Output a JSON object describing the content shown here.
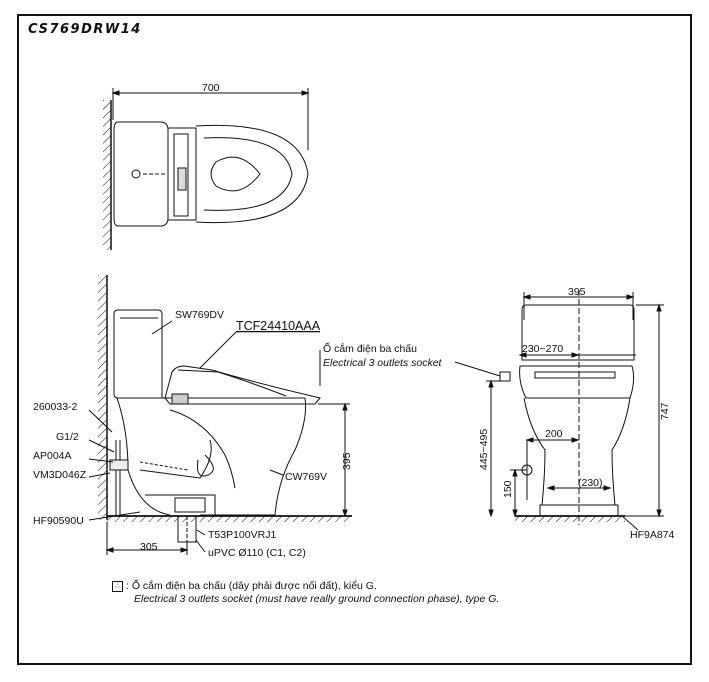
{
  "title": "CS769DRW14",
  "top_view": {
    "width_dim": "700"
  },
  "side_view": {
    "tank_label": "SW769DV",
    "seat_label": "TCF24410AAA",
    "socket_label_vi": "Ổ cắm điện ba chấu",
    "socket_label_en": "Electrical 3 outlets socket",
    "labels": [
      "260033-2",
      "G1/2",
      "AP004A",
      "VM3D046Z",
      "HF90590U"
    ],
    "bowl_label": "CW769V",
    "height_dim": "395",
    "rough_in_dim": "305",
    "flange_label": "T53P100VRJ1",
    "pipe_label": "uPVC Ø110 (C1, C2)"
  },
  "front_view": {
    "width_dim": "395",
    "span_dim": "230~270",
    "height_dim": "747",
    "supply_height_dim": "445~495",
    "offset_dim": "200",
    "low_dim": "150",
    "base_dim": "(230)",
    "bolt_label": "HF9A874"
  },
  "note": {
    "symbol": "∴",
    "line_vi": ": Ổ cắm điện ba chấu (dây phải được nối đất), kiểu G.",
    "line_en": "Electrical 3 outlets socket (must have really ground connection phase), type G."
  }
}
